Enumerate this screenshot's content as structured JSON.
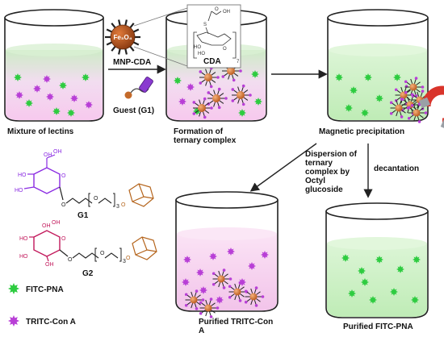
{
  "labels": {
    "mixture": "Mixture of lectins",
    "mnp_cda": "MNP-CDA",
    "guest": "Guest (G1)",
    "formation": "Formation of ternary complex",
    "magnetic": "Magnetic precipitation",
    "dispersion": "Dispersion of ternary complex by Octyl glucoside",
    "decantation": "decantation",
    "purified_tritc": "Purified TRITC-Con A",
    "purified_fitc": "Purified FITC-PNA",
    "g1": "G1",
    "g2": "G2",
    "legend_fitc": "FITC-PNA",
    "legend_tritc": "TRITC-Con A",
    "cda": "CDA",
    "fe3o4": "Fe₃O₄",
    "n_index": "7",
    "rep_index": "3"
  },
  "colors": {
    "fitc_star": "#2ecc40",
    "tritc_star": "#b83fd6",
    "pink_liquid": "#f3c9ec",
    "green_liquid": "#c9f0c2",
    "g1_sugar": "#8a2be2",
    "g2_sugar": "#c2185b",
    "adamantane": "#b5651d",
    "magnet_red": "#d9342b"
  }
}
